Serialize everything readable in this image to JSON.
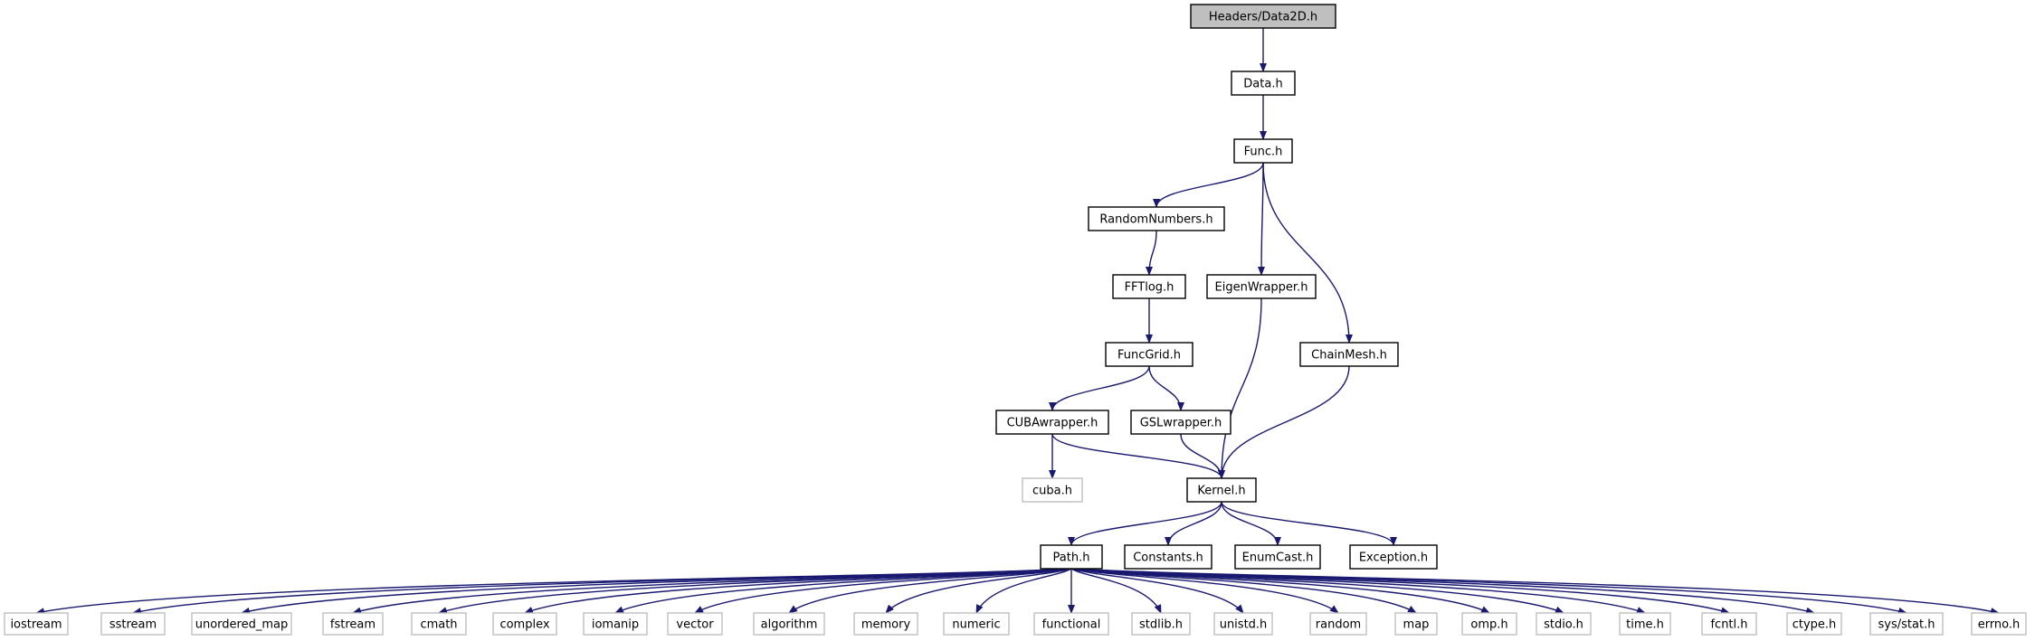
{
  "colors": {
    "edge": "#191970",
    "node_border": "#000000",
    "system_border": "#bfbfbf",
    "root_fill": "#bfbfbf",
    "node_fill": "#ffffff",
    "text": "#000000"
  },
  "nodes": [
    {
      "id": "data2d",
      "label": "Headers/Data2D.h",
      "kind": "root"
    },
    {
      "id": "data",
      "label": "Data.h",
      "kind": "header"
    },
    {
      "id": "func",
      "label": "Func.h",
      "kind": "header"
    },
    {
      "id": "randomnumbers",
      "label": "RandomNumbers.h",
      "kind": "header"
    },
    {
      "id": "fftlog",
      "label": "FFTlog.h",
      "kind": "header"
    },
    {
      "id": "eigenwrapper",
      "label": "EigenWrapper.h",
      "kind": "header"
    },
    {
      "id": "chainmesh",
      "label": "ChainMesh.h",
      "kind": "header"
    },
    {
      "id": "funcgrid",
      "label": "FuncGrid.h",
      "kind": "header"
    },
    {
      "id": "cubawrapper",
      "label": "CUBAwrapper.h",
      "kind": "header"
    },
    {
      "id": "gslwrapper",
      "label": "GSLwrapper.h",
      "kind": "header"
    },
    {
      "id": "cuba",
      "label": "cuba.h",
      "kind": "system"
    },
    {
      "id": "kernel",
      "label": "Kernel.h",
      "kind": "header"
    },
    {
      "id": "path",
      "label": "Path.h",
      "kind": "header"
    },
    {
      "id": "constants",
      "label": "Constants.h",
      "kind": "header"
    },
    {
      "id": "enumcast",
      "label": "EnumCast.h",
      "kind": "header"
    },
    {
      "id": "exception",
      "label": "Exception.h",
      "kind": "header"
    },
    {
      "id": "iostream",
      "label": "iostream",
      "kind": "system"
    },
    {
      "id": "sstream",
      "label": "sstream",
      "kind": "system"
    },
    {
      "id": "unordered_map",
      "label": "unordered_map",
      "kind": "system"
    },
    {
      "id": "fstream",
      "label": "fstream",
      "kind": "system"
    },
    {
      "id": "cmath",
      "label": "cmath",
      "kind": "system"
    },
    {
      "id": "complex",
      "label": "complex",
      "kind": "system"
    },
    {
      "id": "iomanip",
      "label": "iomanip",
      "kind": "system"
    },
    {
      "id": "vector",
      "label": "vector",
      "kind": "system"
    },
    {
      "id": "algorithm",
      "label": "algorithm",
      "kind": "system"
    },
    {
      "id": "memory",
      "label": "memory",
      "kind": "system"
    },
    {
      "id": "numeric",
      "label": "numeric",
      "kind": "system"
    },
    {
      "id": "functional",
      "label": "functional",
      "kind": "system"
    },
    {
      "id": "stdlib",
      "label": "stdlib.h",
      "kind": "system"
    },
    {
      "id": "unistd",
      "label": "unistd.h",
      "kind": "system"
    },
    {
      "id": "random",
      "label": "random",
      "kind": "system"
    },
    {
      "id": "map",
      "label": "map",
      "kind": "system"
    },
    {
      "id": "omp",
      "label": "omp.h",
      "kind": "system"
    },
    {
      "id": "stdio",
      "label": "stdio.h",
      "kind": "system"
    },
    {
      "id": "time",
      "label": "time.h",
      "kind": "system"
    },
    {
      "id": "fcntl",
      "label": "fcntl.h",
      "kind": "system"
    },
    {
      "id": "ctype",
      "label": "ctype.h",
      "kind": "system"
    },
    {
      "id": "sysstat",
      "label": "sys/stat.h",
      "kind": "system"
    },
    {
      "id": "errno",
      "label": "errno.h",
      "kind": "system"
    }
  ],
  "edges": [
    [
      "data2d",
      "data"
    ],
    [
      "data",
      "func"
    ],
    [
      "func",
      "randomnumbers"
    ],
    [
      "func",
      "eigenwrapper"
    ],
    [
      "func",
      "chainmesh"
    ],
    [
      "randomnumbers",
      "fftlog"
    ],
    [
      "fftlog",
      "funcgrid"
    ],
    [
      "funcgrid",
      "cubawrapper"
    ],
    [
      "funcgrid",
      "gslwrapper"
    ],
    [
      "cubawrapper",
      "cuba"
    ],
    [
      "cubawrapper",
      "kernel"
    ],
    [
      "gslwrapper",
      "kernel"
    ],
    [
      "eigenwrapper",
      "kernel"
    ],
    [
      "chainmesh",
      "kernel"
    ],
    [
      "kernel",
      "path"
    ],
    [
      "kernel",
      "constants"
    ],
    [
      "kernel",
      "enumcast"
    ],
    [
      "kernel",
      "exception"
    ],
    [
      "path",
      "iostream"
    ],
    [
      "path",
      "sstream"
    ],
    [
      "path",
      "unordered_map"
    ],
    [
      "path",
      "fstream"
    ],
    [
      "path",
      "cmath"
    ],
    [
      "path",
      "complex"
    ],
    [
      "path",
      "iomanip"
    ],
    [
      "path",
      "vector"
    ],
    [
      "path",
      "algorithm"
    ],
    [
      "path",
      "memory"
    ],
    [
      "path",
      "numeric"
    ],
    [
      "path",
      "functional"
    ],
    [
      "path",
      "stdlib"
    ],
    [
      "path",
      "unistd"
    ],
    [
      "path",
      "random"
    ],
    [
      "path",
      "map"
    ],
    [
      "path",
      "omp"
    ],
    [
      "path",
      "stdio"
    ],
    [
      "path",
      "time"
    ],
    [
      "path",
      "fcntl"
    ],
    [
      "path",
      "ctype"
    ],
    [
      "path",
      "sysstat"
    ],
    [
      "path",
      "errno"
    ]
  ]
}
